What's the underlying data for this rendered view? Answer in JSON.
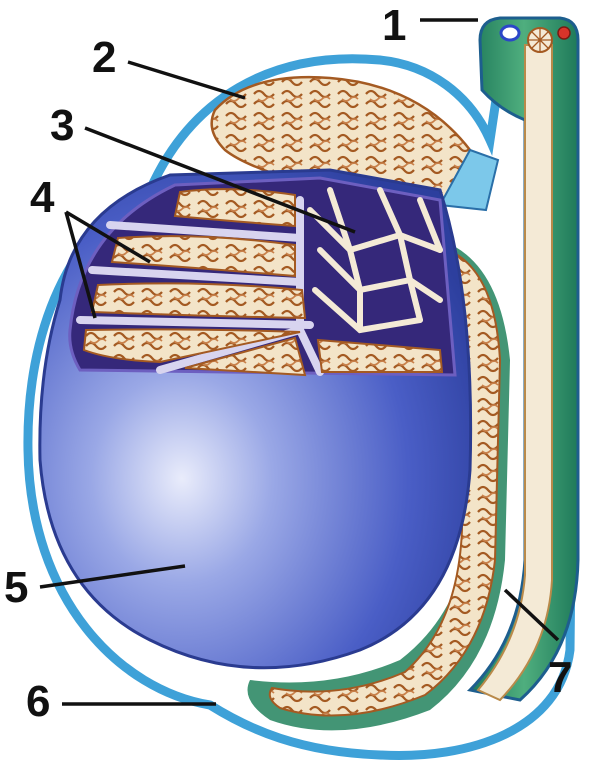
{
  "labels": [
    {
      "id": "1",
      "text": "1"
    },
    {
      "id": "2",
      "text": "2"
    },
    {
      "id": "3",
      "text": "3"
    },
    {
      "id": "4",
      "text": "4"
    },
    {
      "id": "5",
      "text": "5"
    },
    {
      "id": "6",
      "text": "6"
    },
    {
      "id": "7",
      "text": "7"
    }
  ],
  "colors": {
    "capsule": "#4a63c8",
    "capsule_light": "#c9d2f2",
    "outer_membrane": "#3ea1d8",
    "tubule": "#f3e7d2",
    "tubule_edge": "#a8652c",
    "duct_green": "#2e8f6a",
    "duct_core": "#f4ead6",
    "septa": "#d8d4ef",
    "lobule_bg": "#3b2f7a"
  }
}
